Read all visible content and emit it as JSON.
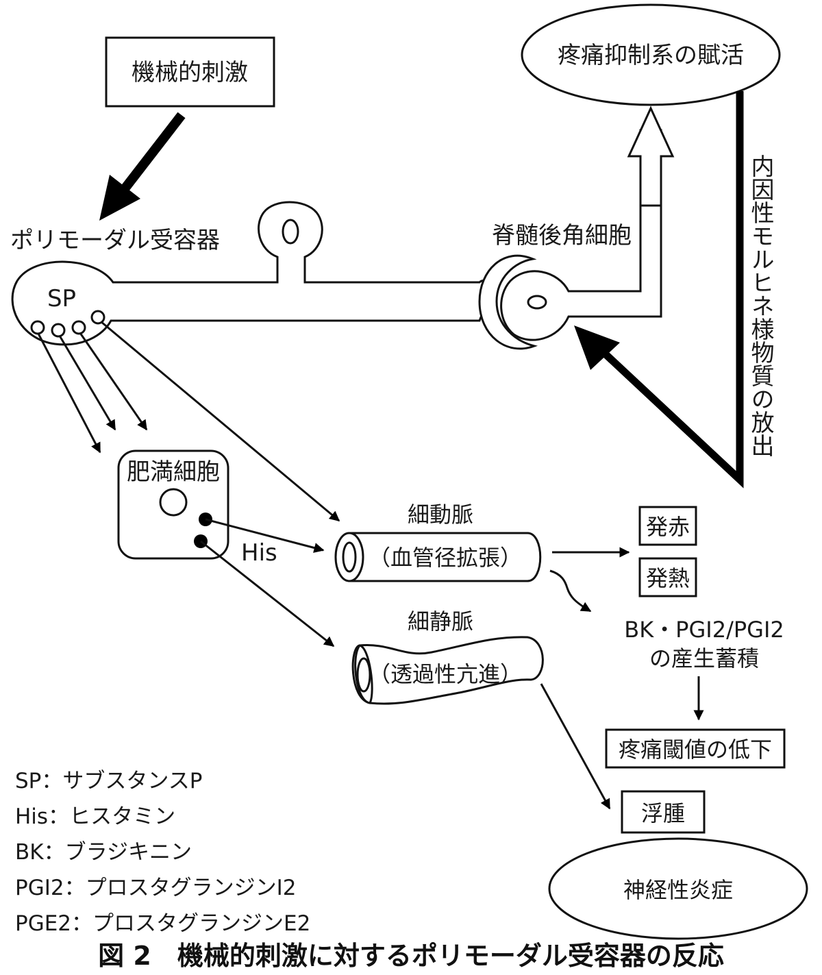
{
  "diagram": {
    "nodes": {
      "mechanical_stimulus": "機械的刺激",
      "polymodal_receptor": "ポリモーダル受容器",
      "sp": "SP",
      "pain_inhibition": "疼痛抑制系の賦活",
      "dorsal_horn": "脊髄後角細胞",
      "endogenous_morphine": "内因性モルヒネ様物質の放出",
      "mast_cell": "肥満細胞",
      "his": "His",
      "arteriole_title": "細動脈",
      "arteriole_effect": "（血管径拡張）",
      "venule_title": "細静脈",
      "venule_effect": "（透過性亢進）",
      "redness": "発赤",
      "fever": "発熱",
      "production_line1": "BK・PGⅠ2/PGⅠ2",
      "production_line2": "の産生蓄積",
      "pain_threshold": "疼痛閾値の低下",
      "edema": "浮腫",
      "neurogenic_inflammation": "神経性炎症"
    },
    "legend": [
      "SP：サブスタンスP",
      "His：ヒスタミン",
      "BK：ブラジキニン",
      "PGⅠ2：プロスタグランジンⅠ2",
      "PGE2：プロスタグランジンE2"
    ],
    "caption": "図 2　機械的刺激に対するポリモーダル受容器の反応"
  }
}
